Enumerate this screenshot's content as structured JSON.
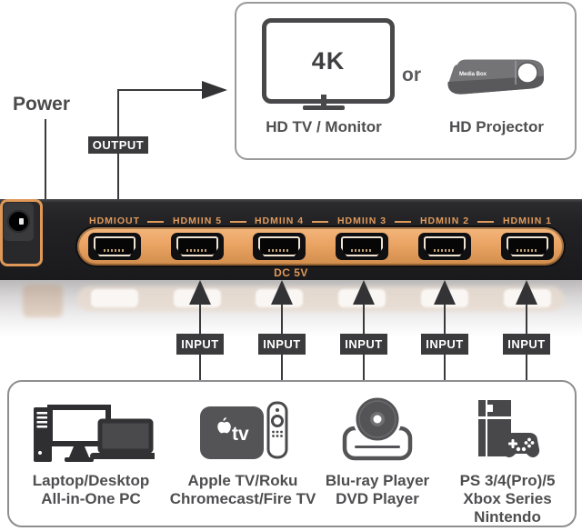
{
  "power": {
    "label": "Power"
  },
  "output": {
    "label": "OUTPUT"
  },
  "display": {
    "tv_text": "4K",
    "tv_caption": "HD TV / Monitor",
    "or_text": "or",
    "projector_text": "Media Box",
    "projector_caption": "HD Projector"
  },
  "device": {
    "dc_label": "DC 5V",
    "ports": [
      "HDMIOUT",
      "HDMIIN 5",
      "HDMIIN 4",
      "HDMIIN 3",
      "HDMIIN 2",
      "HDMIIN 1"
    ]
  },
  "input": {
    "label": "INPUT"
  },
  "sources": [
    {
      "line1": "Laptop/Desktop",
      "line2": "All-in-One PC"
    },
    {
      "line1": "Apple TV/Roku",
      "line2": "Chromecast/Fire TV",
      "icon_text": "tv"
    },
    {
      "line1": "Blu-ray Player",
      "line2": "DVD Player"
    },
    {
      "line1": "PS 3/4(Pro)/5",
      "line2": "Xbox Series",
      "line3": "Nintendo"
    }
  ],
  "colors": {
    "accent_orange": "#e09a5b",
    "device_black": "#1f1f22",
    "badge_bg": "#3b3b3d",
    "text_dark": "#4a4a4c"
  }
}
